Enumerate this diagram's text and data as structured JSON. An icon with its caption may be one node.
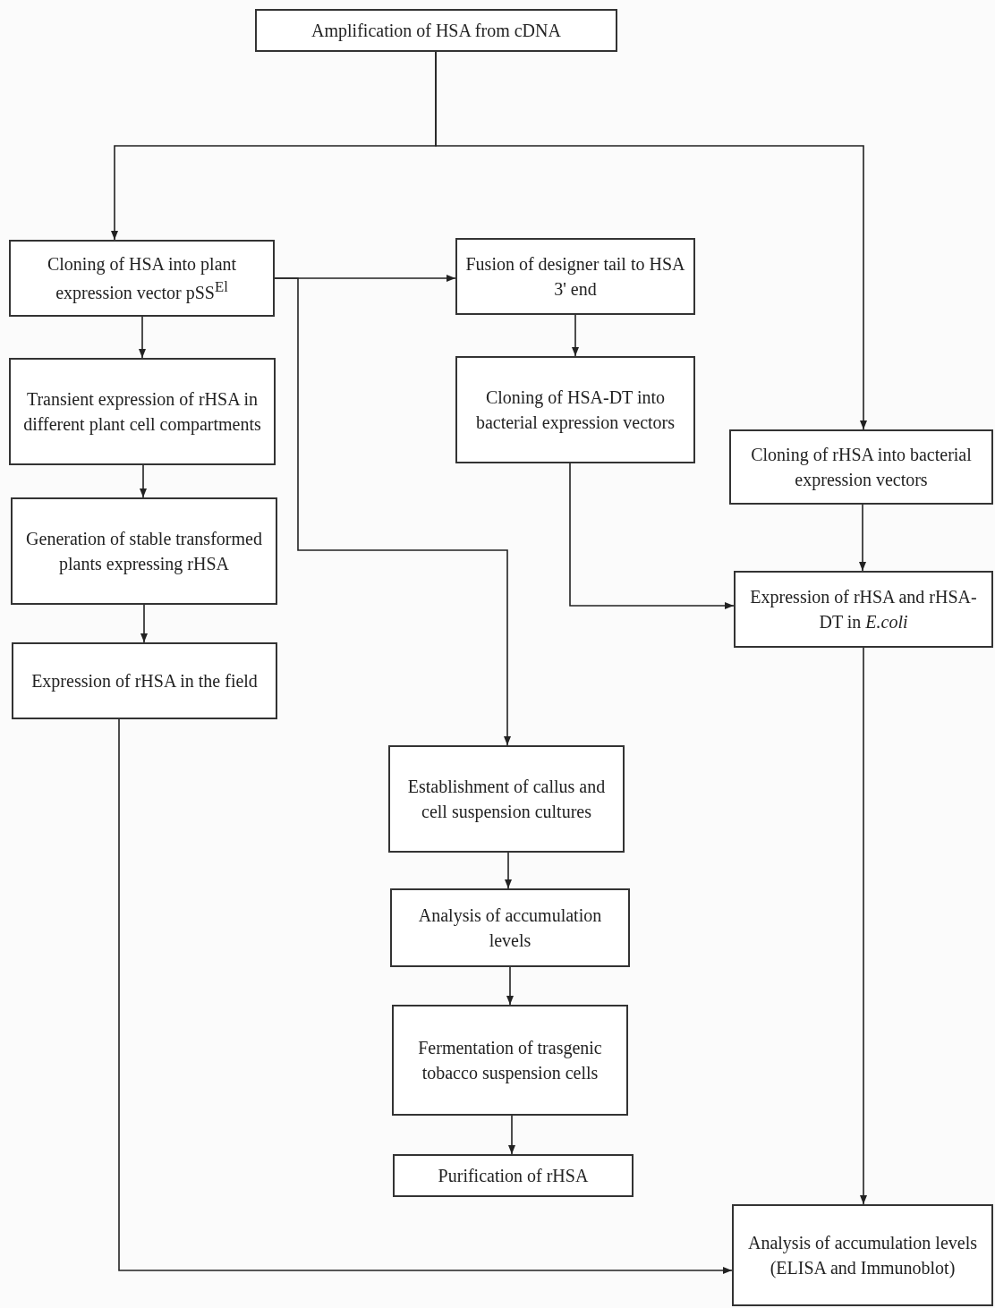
{
  "diagram": {
    "nodes": [
      {
        "text": [
          "Amplification of HSA from cDNA"
        ]
      },
      {
        "text": [
          "Cloning of HSA into plant expression vector pSS$^{El}$"
        ]
      },
      {
        "text": [
          "Transient expression of rHSA in different plant cell compartments"
        ]
      },
      {
        "text": [
          "Generation of stable transformed plants expressing rHSA"
        ]
      },
      {
        "text": [
          "Expression of rHSA in the field"
        ]
      },
      {
        "text": [
          "Fusion of designer tail to HSA 3' end"
        ]
      },
      {
        "text": [
          "Cloning of HSA-DT into bacterial expression vectors"
        ]
      },
      {
        "text": [
          "Cloning of rHSA into bacterial expression vectors"
        ]
      },
      {
        "text": [
          "Expression of rHSA and rHSA-DT in *E.coli*"
        ]
      },
      {
        "text": [
          "Establishment of callus and cell suspension cultures"
        ]
      },
      {
        "text": [
          "Analysis of accumulation levels"
        ]
      },
      {
        "text": [
          "Fermentation of trasgenic tobacco suspension cells"
        ]
      },
      {
        "text": [
          "Purification of rHSA"
        ]
      },
      {
        "text": [
          "Analysis of accumulation levels (ELISA and Immunoblot)"
        ]
      }
    ],
    "edges": [
      {
        "from": 0,
        "to": 1,
        "arrow": "to"
      },
      {
        "from": 0,
        "to": 7,
        "arrow": "to"
      },
      {
        "from": 1,
        "to": 2,
        "arrow": "to"
      },
      {
        "from": 2,
        "to": 3,
        "arrow": "to"
      },
      {
        "from": 3,
        "to": 4,
        "arrow": "to"
      },
      {
        "from": 1,
        "to": 5,
        "arrow": "to"
      },
      {
        "from": 1,
        "to": 9,
        "arrow": "to"
      },
      {
        "from": 5,
        "to": 6,
        "arrow": "to"
      },
      {
        "from": 6,
        "to": 8,
        "arrow": "to"
      },
      {
        "from": 7,
        "to": 8,
        "arrow": "to"
      },
      {
        "from": 8,
        "to": 13,
        "arrow": "to"
      },
      {
        "from": 9,
        "to": 10,
        "arrow": "to"
      },
      {
        "from": 10,
        "to": 11,
        "arrow": "to"
      },
      {
        "from": 11,
        "to": 12,
        "arrow": "to"
      },
      {
        "from": 4,
        "to": 13,
        "arrow": "to"
      }
    ]
  }
}
